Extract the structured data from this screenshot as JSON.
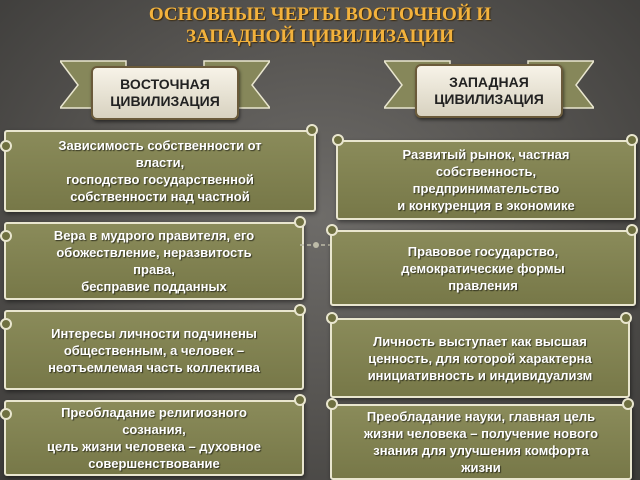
{
  "title": {
    "line1": "ОСНОВНЫЕ ЧЕРТЫ ВОСТОЧНОЙ И",
    "line2": "ЗАПАДНОЙ ЦИВИЛИЗАЦИИ"
  },
  "east": {
    "header": {
      "line1": "ВОСТОЧНАЯ",
      "line2": "ЦИВИЛИЗАЦИЯ"
    },
    "items": [
      {
        "lines": [
          "Зависимость собственности от",
          "власти,",
          "господство государственной",
          "собственности над частной"
        ]
      },
      {
        "lines": [
          "Вера в мудрого правителя, его",
          "обожествление, неразвитость",
          "права,",
          "бесправие подданных"
        ]
      },
      {
        "lines": [
          "Интересы личности подчинены",
          "общественным, а человек –",
          "неотъемлемая часть коллектива"
        ]
      },
      {
        "lines": [
          "Преобладание религиозного",
          "сознания,",
          "цель жизни человека – духовное",
          "совершенствование"
        ]
      }
    ]
  },
  "west": {
    "header": {
      "line1": "ЗАПАДНАЯ",
      "line2": "ЦИВИЛИЗАЦИЯ"
    },
    "items": [
      {
        "lines": [
          "Развитый рынок, частная",
          "собственность,",
          "предпринимательство",
          "и конкуренция в экономике"
        ]
      },
      {
        "lines": [
          "Правовое государство,",
          "демократические формы",
          "правления"
        ]
      },
      {
        "lines": [
          "Личность выступает как высшая",
          "ценность, для которой характерна",
          "инициативность и индивидуализм"
        ]
      },
      {
        "lines": [
          "Преобладание науки, главная цель",
          "жизни человека – получение нового",
          "знания для улучшения комфорта",
          "жизни"
        ]
      }
    ]
  },
  "colors": {
    "title": "#f3b23c",
    "ribbon": "#8a8b5a",
    "scroll": "#80814f",
    "scroll_border": "#e9e6cf"
  }
}
